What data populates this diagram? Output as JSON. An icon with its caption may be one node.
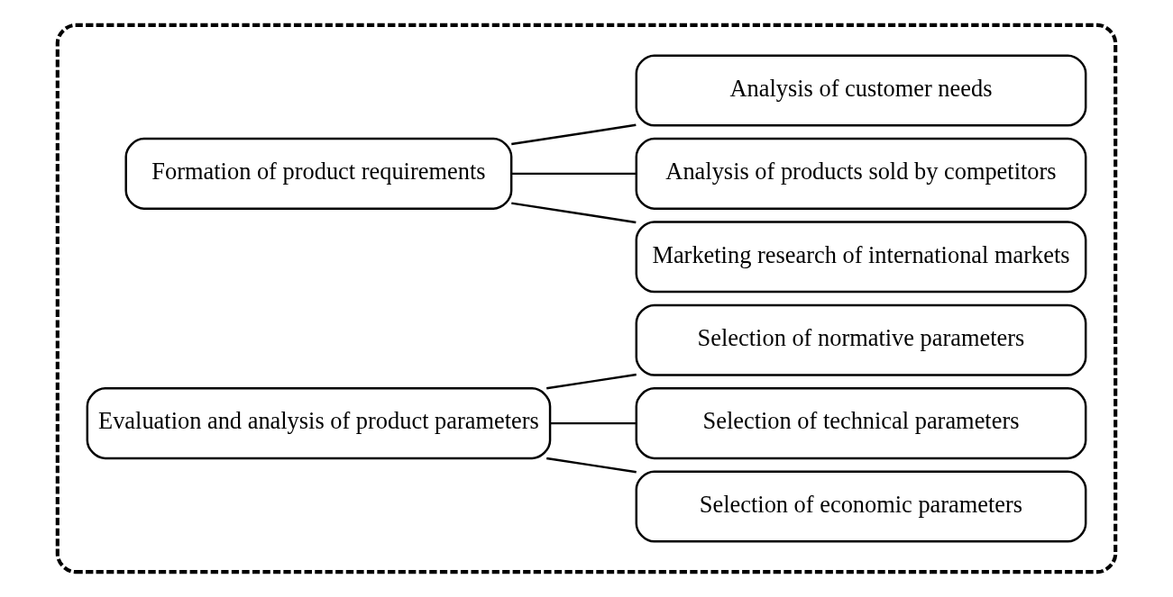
{
  "diagram": {
    "nodes": [
      {
        "text": [],
        "shape": "box"
      },
      {
        "text": [
          "Formation of product requirements"
        ],
        "in": 0
      },
      {
        "text": [
          "Marketing research of international markets"
        ],
        "in": 0
      },
      {
        "text": [
          "Analysis of products sold by competitors"
        ],
        "in": 0
      },
      {
        "text": [
          "Analysis of customer needs"
        ],
        "in": 0
      },
      {
        "text": [
          "Evaluation and analysis of product parameters"
        ],
        "in": 0
      },
      {
        "text": [
          "Selection of economic parameters"
        ],
        "in": 0
      },
      {
        "text": [
          "Selection of technical parameters"
        ],
        "in": 0
      },
      {
        "text": [
          "Selection of normative parameters"
        ],
        "in": 0
      }
    ],
    "edges": [
      {
        "from": 1,
        "to": 2,
        "arrow": "none"
      },
      {
        "from": 1,
        "to": 3,
        "arrow": "none"
      },
      {
        "from": 1,
        "to": 4,
        "arrow": "none"
      },
      {
        "from": 5,
        "to": 6,
        "arrow": "none"
      },
      {
        "from": 5,
        "to": 7,
        "arrow": "none"
      },
      {
        "from": 5,
        "to": 8,
        "arrow": "none"
      }
    ]
  }
}
